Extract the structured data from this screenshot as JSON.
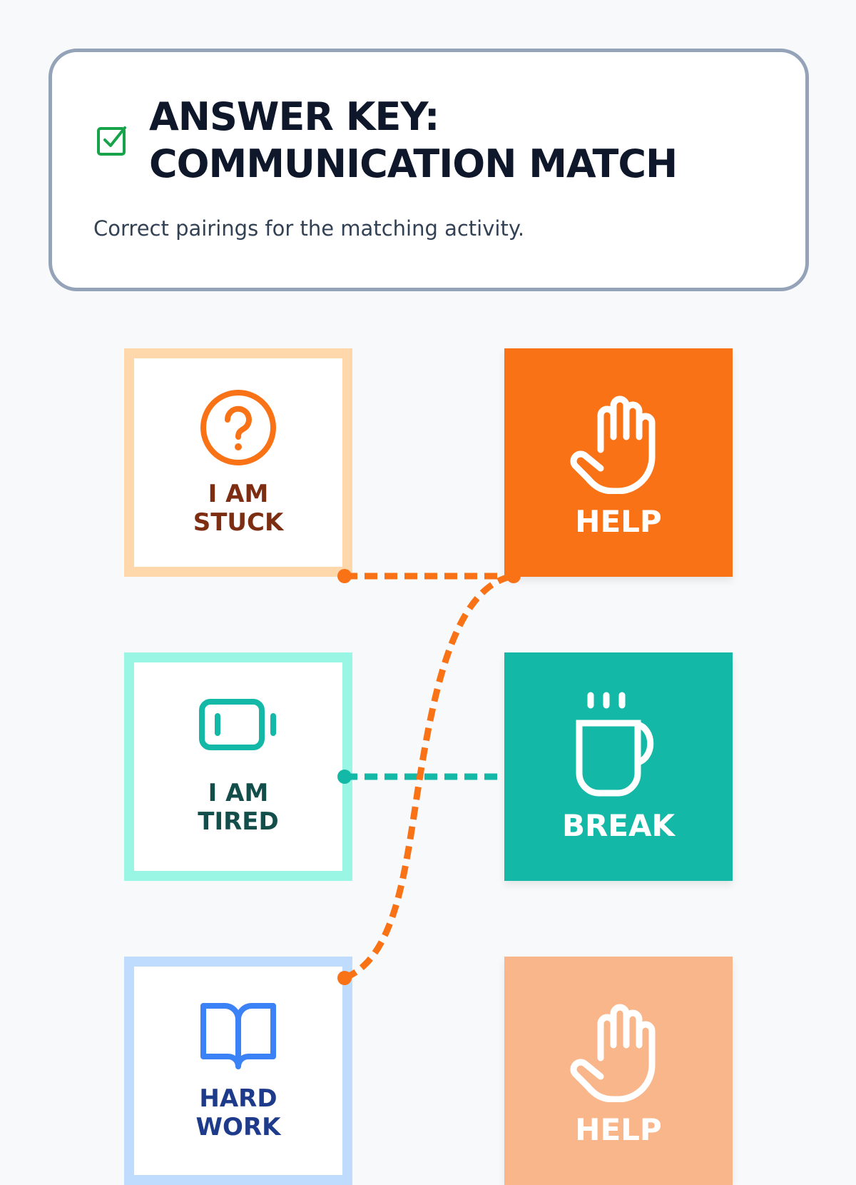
{
  "header": {
    "title_line1": "ANSWER KEY:",
    "title_line2": "COMMUNICATION MATCH",
    "subtitle": "Correct pairings for the matching activity.",
    "icon": "check-square-icon"
  },
  "colors": {
    "orange": "#f97316",
    "teal": "#14b8a6",
    "faded_orange": "#f8b68a"
  },
  "left_cards": [
    {
      "line1": "I AM",
      "line2": "STUCK",
      "icon": "question-circle-icon"
    },
    {
      "line1": "I AM",
      "line2": "TIRED",
      "icon": "battery-low-icon"
    },
    {
      "line1": "HARD",
      "line2": "WORK",
      "icon": "book-open-icon"
    }
  ],
  "right_cards": [
    {
      "label": "HELP",
      "icon": "hand-icon"
    },
    {
      "label": "BREAK",
      "icon": "coffee-icon"
    },
    {
      "label": "HELP",
      "icon": "hand-icon"
    }
  ]
}
